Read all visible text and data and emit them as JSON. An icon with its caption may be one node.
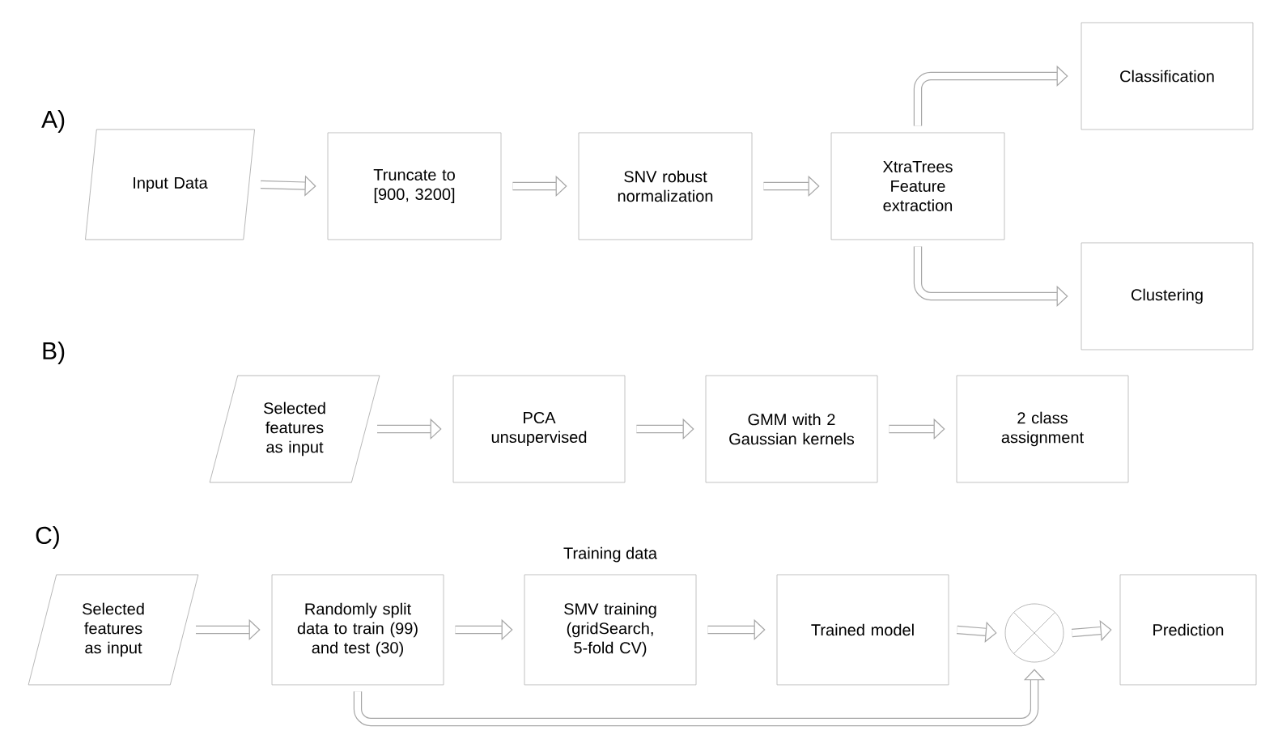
{
  "diagram": {
    "nodes": [
      {
        "text": [
          "Input Data"
        ]
      },
      {
        "text": [
          "Truncate to [900, 3200]"
        ]
      },
      {
        "text": [
          "SNV robust normalization"
        ]
      },
      {
        "text": [
          "XtraTrees Feature extraction"
        ]
      },
      {
        "text": [
          "Classification"
        ]
      },
      {
        "text": [
          "Clustering"
        ]
      },
      {
        "text": [
          "Selected features as input"
        ]
      },
      {
        "text": [
          "PCA unsupervised"
        ]
      },
      {
        "text": [
          "GMM with 2 Gaussian kernels"
        ]
      },
      {
        "text": [
          "2 class assignment"
        ]
      },
      {
        "text": [
          "Selected features as input"
        ]
      },
      {
        "text": [
          "Randomly split data to train (99) and test (30)"
        ]
      },
      {
        "text": [
          "SMV training (gridSearch, 5-fold CV)"
        ],
        "beside": [
          "Training data"
        ]
      },
      {
        "text": [
          "Trained model"
        ]
      },
      {
        "text": [],
        "shape": "circle"
      },
      {
        "text": [
          "Prediction"
        ]
      }
    ],
    "edges": [
      {
        "from": 0,
        "to": 1,
        "arrow": "to"
      },
      {
        "from": 1,
        "to": 2,
        "arrow": "to"
      },
      {
        "from": 2,
        "to": 3,
        "arrow": "to"
      },
      {
        "from": 3,
        "to": 4,
        "arrow": "to"
      },
      {
        "from": 3,
        "to": 5,
        "arrow": "to"
      },
      {
        "from": 6,
        "to": 7,
        "arrow": "to"
      },
      {
        "from": 7,
        "to": 8,
        "arrow": "to"
      },
      {
        "from": 8,
        "to": 9,
        "arrow": "to"
      },
      {
        "from": 10,
        "to": 11,
        "arrow": "to"
      },
      {
        "from": 11,
        "to": 12,
        "arrow": "to"
      },
      {
        "from": 12,
        "to": 13,
        "arrow": "to"
      },
      {
        "from": 13,
        "to": 14,
        "arrow": "to"
      },
      {
        "from": 14,
        "to": 15,
        "arrow": "to"
      },
      {
        "from": 11,
        "to": 14,
        "arrow": "to"
      }
    ],
    "labels": [
      "A)",
      "B)",
      "C)"
    ]
  }
}
